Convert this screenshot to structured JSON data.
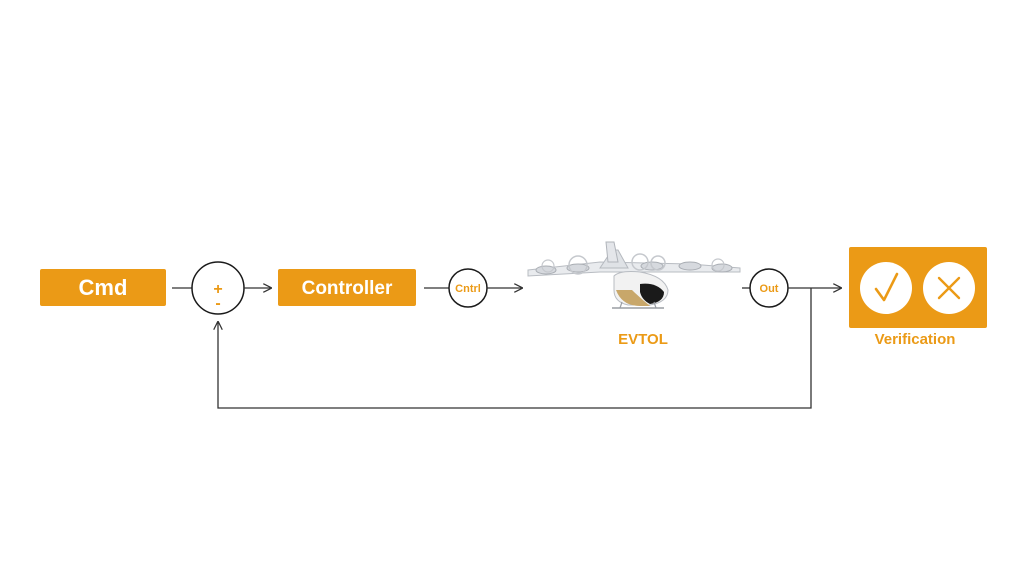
{
  "colors": {
    "accent": "#EB9A16",
    "line": "#333333",
    "background": "#FFFFFF",
    "text_on_accent": "#FFFFFF"
  },
  "blocks": {
    "cmd": "Cmd",
    "controller": "Controller"
  },
  "summing_junction": {
    "plus": "+",
    "minus": "-"
  },
  "signals": {
    "control": "Cntrl",
    "output": "Out"
  },
  "plant": {
    "label": "EVTOL",
    "image": "evtol-aircraft"
  },
  "verification": {
    "label": "Verification",
    "pass_icon": "check-icon",
    "fail_icon": "cross-icon"
  }
}
